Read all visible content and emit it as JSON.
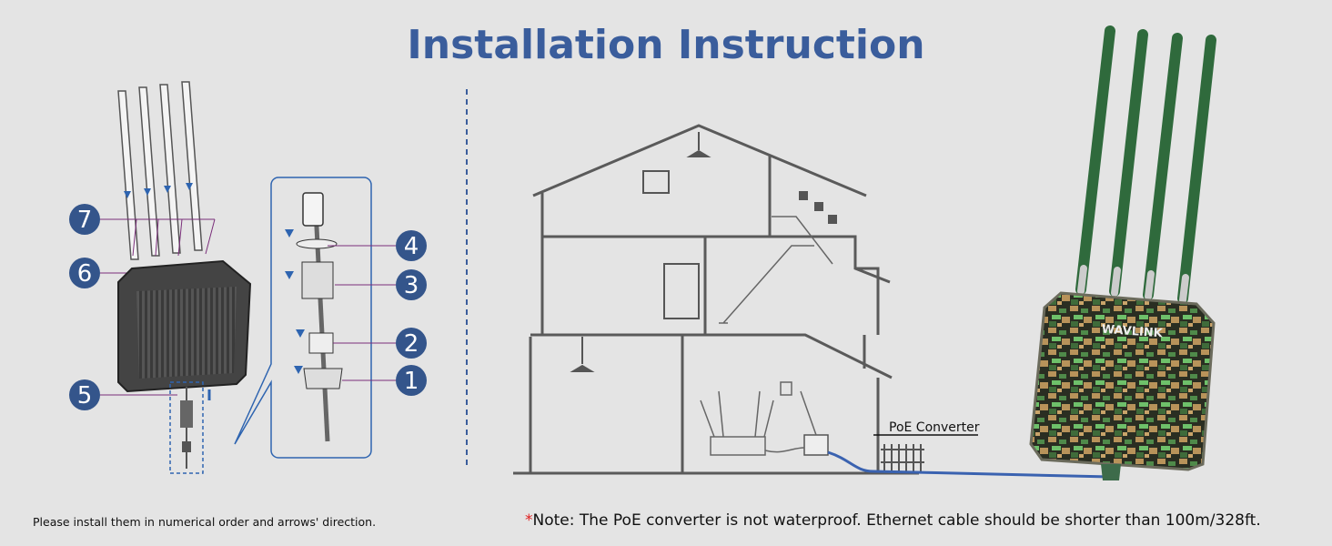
{
  "title": "Installation Instruction",
  "steps": [
    "1",
    "2",
    "3",
    "4",
    "5",
    "6",
    "7"
  ],
  "labels": {
    "poe_converter": "PoE Converter",
    "brand": "WAVLINK"
  },
  "footer_left": "Please install them in numerical order and arrows' direction.",
  "note": {
    "asterisk": "*",
    "text": "Note: The PoE converter is not waterproof. Ethernet cable should be shorter than 100m/328ft."
  },
  "colors": {
    "title": "#3a5d9c",
    "callout": "#34558b",
    "asterisk": "#e02020",
    "cable": "#3a62b0"
  }
}
